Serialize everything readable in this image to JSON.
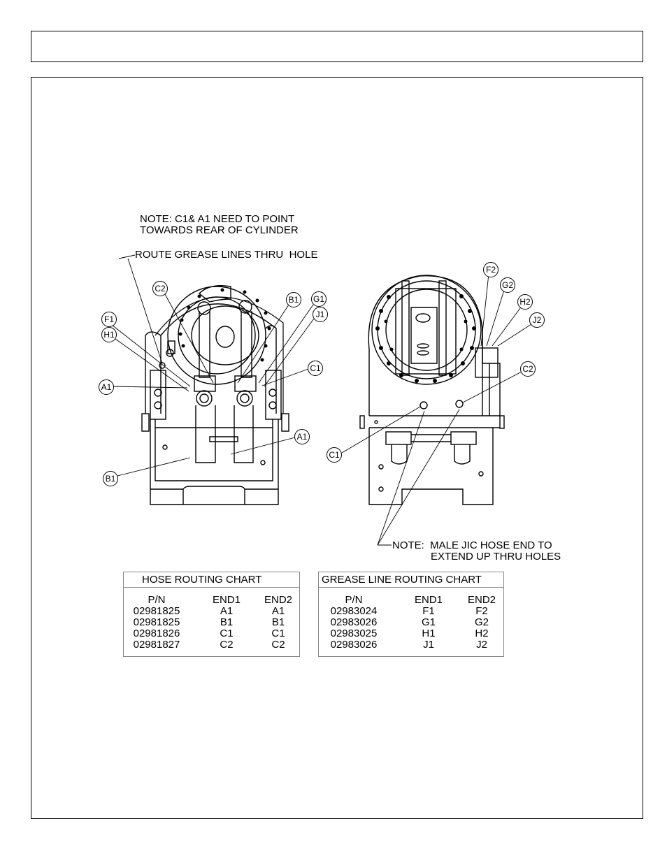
{
  "notes": {
    "note1_line1": "NOTE: C1& A1 NEED TO POINT",
    "note1_line2": "TOWARDS REAR OF CYLINDER",
    "note2": "ROUTE GREASE LINES THRU  HOLE",
    "note3_line1": "NOTE:  MALE JIC HOSE END TO",
    "note3_line2": "EXTEND UP THRU HOLES"
  },
  "callouts": {
    "left": [
      "C2",
      "B1",
      "G1",
      "J1",
      "F1",
      "H1",
      "A1",
      "C1",
      "A1",
      "B1"
    ],
    "right": [
      "F2",
      "G2",
      "H2",
      "J2",
      "C2",
      "C1"
    ]
  },
  "hose_chart": {
    "title": "HOSE ROUTING CHART",
    "headers": [
      "P/N",
      "END1",
      "END2"
    ],
    "rows": [
      [
        "02981825",
        "A1",
        "A1"
      ],
      [
        "02981825",
        "B1",
        "B1"
      ],
      [
        "02981826",
        "C1",
        "C1"
      ],
      [
        "02981827",
        "C2",
        "C2"
      ]
    ]
  },
  "grease_chart": {
    "title": "GREASE LINE ROUTING CHART",
    "headers": [
      "P/N",
      "END1",
      "END2"
    ],
    "rows": [
      [
        "02983024",
        "F1",
        "F2"
      ],
      [
        "02983026",
        "G1",
        "G2"
      ],
      [
        "02983025",
        "H1",
        "H2"
      ],
      [
        "02983026",
        "J1",
        "J2"
      ]
    ]
  }
}
